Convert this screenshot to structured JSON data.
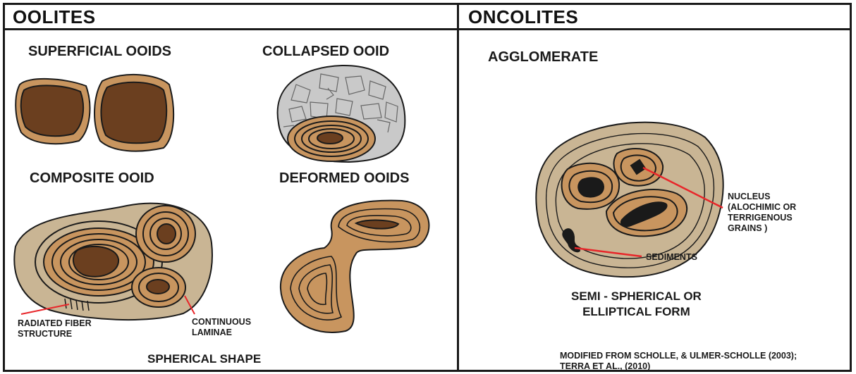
{
  "left_panel": {
    "title": "OOLITES",
    "superficial": "SUPERFICIAL OOIDS",
    "collapsed": "COLLAPSED OOID",
    "composite": "COMPOSITE OOID",
    "deformed": "DEFORMED OOIDS",
    "radiated_1": "RADIATED FIBER",
    "radiated_2": "STRUCTURE",
    "continuous_1": "CONTINUOUS",
    "continuous_2": "LAMINAE",
    "spherical": "SPHERICAL SHAPE"
  },
  "right_panel": {
    "title": "ONCOLITES",
    "agglomerate": "AGGLOMERATE",
    "nucleus_1": "NUCLEUS",
    "nucleus_2": "(ALOCHIMIC OR",
    "nucleus_3": "TERRIGENOUS",
    "nucleus_4": "GRAINS )",
    "sediments": "SEDIMENTS",
    "form_1": "SEMI - SPHERICAL OR",
    "form_2": "ELLIPTICAL FORM",
    "credit_1": "MODIFIED FROM SCHOLLE, & ULMER-SCHOLLE  (2003);",
    "credit_2": "TERRA ET AL., (2010)"
  },
  "colors": {
    "core": "#6b3f1f",
    "lamina": "#c8955f",
    "matrix": "#c9b594",
    "calcite": "#c9c9c9",
    "leader": "#e8262a",
    "outline": "#1a1a1a"
  }
}
